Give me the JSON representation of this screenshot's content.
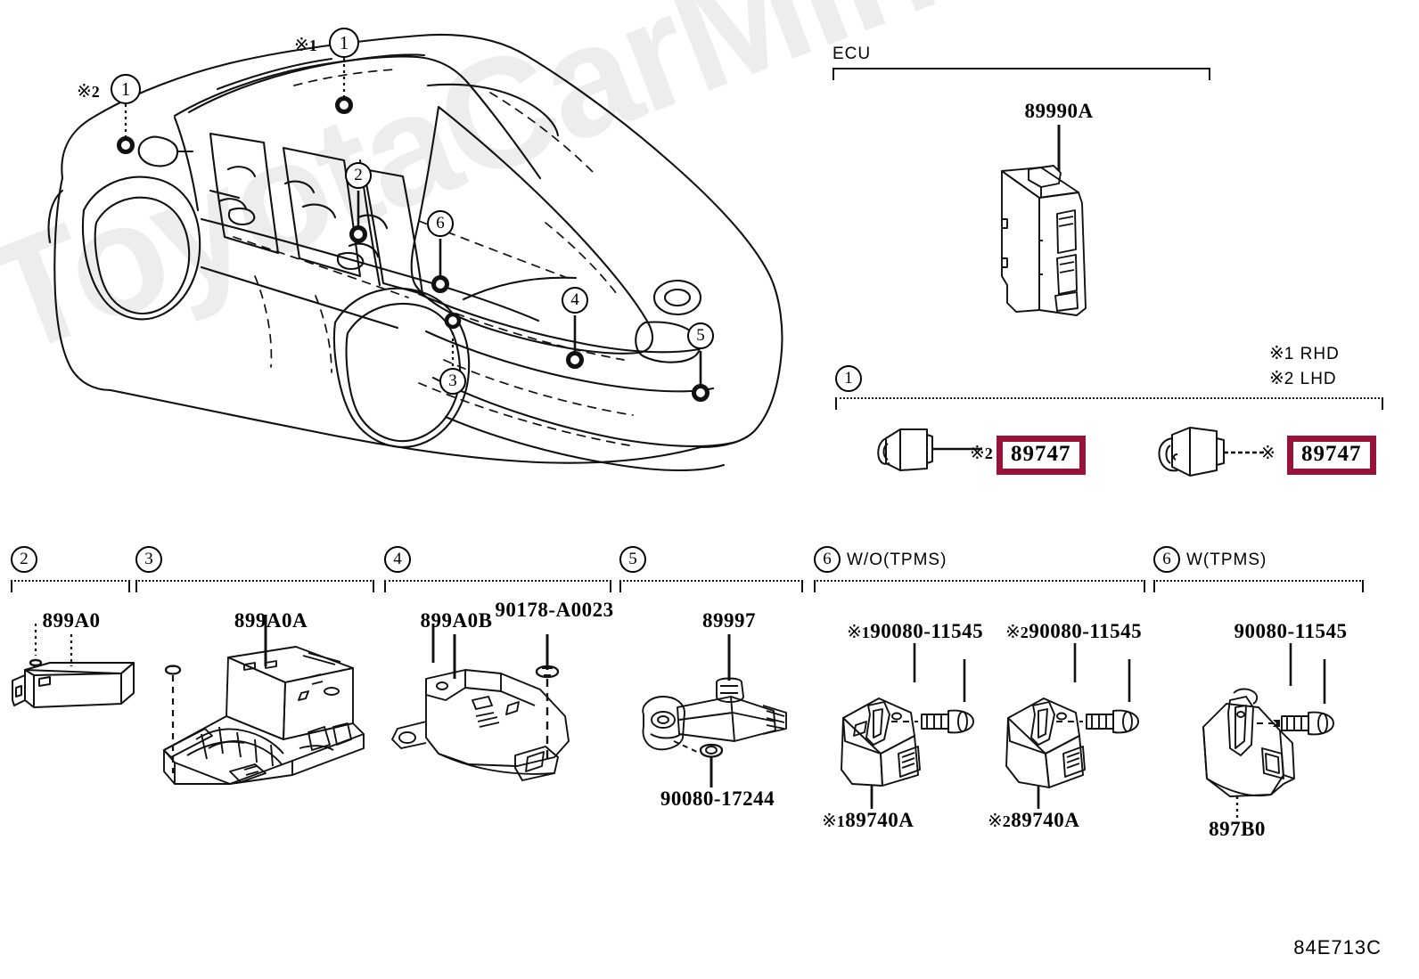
{
  "sheet": {
    "diagram_code": "84E713C",
    "watermark": "ToyotaCarMine.ru",
    "accent_color": "#99123a"
  },
  "legend": {
    "rhd_star": "※",
    "rhd_num": "1",
    "rhd_label": "RHD",
    "lhd_star": "※",
    "lhd_num": "2",
    "lhd_label": "LHD"
  },
  "vehicle": {
    "callouts": [
      {
        "id": "v1-rhd",
        "number": "1",
        "star": "※",
        "star_num": "1"
      },
      {
        "id": "v1-lhd",
        "number": "1",
        "star": "※",
        "star_num": "2"
      },
      {
        "id": "v2",
        "number": "2"
      },
      {
        "id": "v6",
        "number": "6"
      },
      {
        "id": "v3",
        "number": "3"
      },
      {
        "id": "v4",
        "number": "4"
      },
      {
        "id": "v5",
        "number": "5"
      }
    ]
  },
  "groups": {
    "ecu": {
      "title": "ECU",
      "parts": [
        {
          "number": "89990A"
        }
      ]
    },
    "g1": {
      "callout": "1",
      "parts": [
        {
          "star": "※",
          "star_num": "2",
          "number": "89747",
          "highlight": true
        },
        {
          "star": "※",
          "star_num": "",
          "number": "89747",
          "highlight": true
        }
      ]
    },
    "g2": {
      "callout": "2",
      "parts": [
        {
          "number": "899A0"
        }
      ]
    },
    "g3": {
      "callout": "3",
      "parts": [
        {
          "number": "899A0A"
        }
      ]
    },
    "g4": {
      "callout": "4",
      "parts": [
        {
          "number": "899A0B"
        },
        {
          "number": "90178-A0023"
        }
      ]
    },
    "g5": {
      "callout": "5",
      "parts": [
        {
          "number": "89997"
        },
        {
          "number": "90080-17244"
        }
      ]
    },
    "g6a": {
      "callout": "6",
      "title": "W/O(TPMS)",
      "parts": [
        {
          "star": "※",
          "star_num": "1",
          "number": "90080-11545"
        },
        {
          "star": "※",
          "star_num": "2",
          "number": "90080-11545"
        },
        {
          "star": "※",
          "star_num": "1",
          "number": "89740A"
        },
        {
          "star": "※",
          "star_num": "2",
          "number": "89740A"
        }
      ]
    },
    "g6b": {
      "callout": "6",
      "title": "W(TPMS)",
      "parts": [
        {
          "number": "90080-11545"
        },
        {
          "number": "897B0"
        }
      ]
    }
  }
}
